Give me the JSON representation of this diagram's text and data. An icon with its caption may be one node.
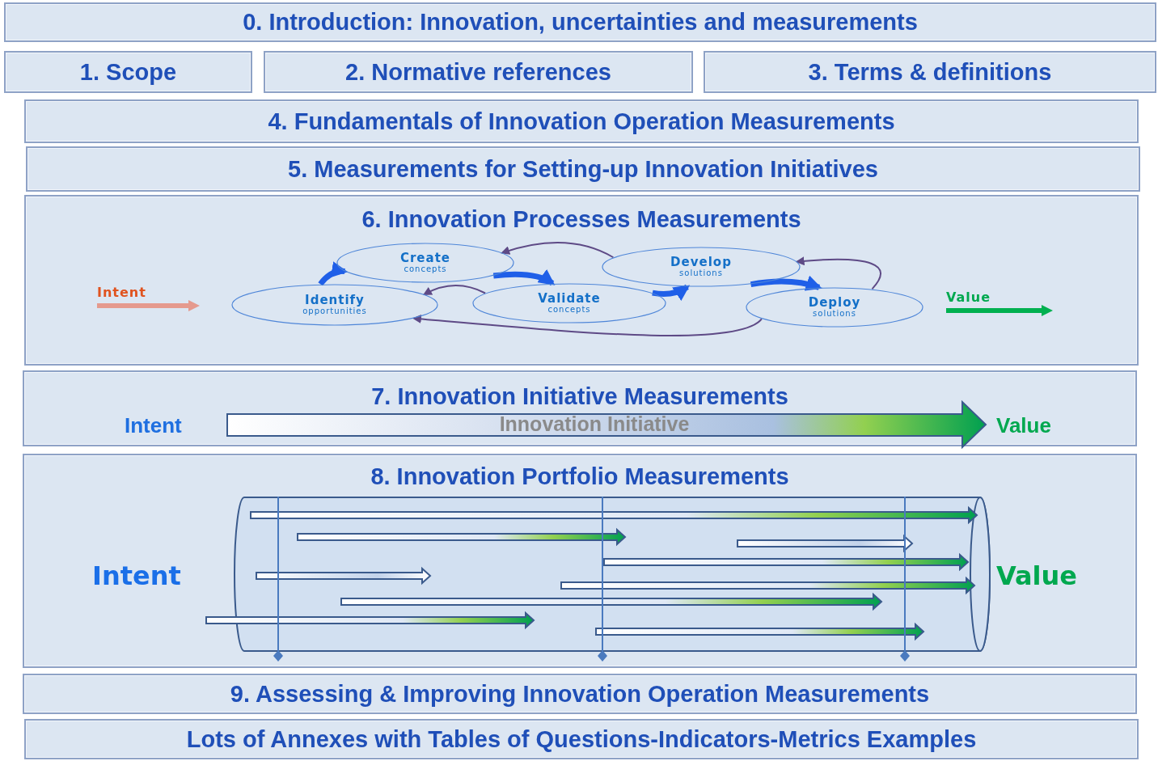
{
  "diagram": {
    "nodes": [
      {
        "text": [
          "0. Introduction: Innovation, uncertainties and measurements"
        ]
      },
      {
        "text": [
          "1. Scope"
        ]
      },
      {
        "text": [
          "2. Normative references"
        ]
      },
      {
        "text": [
          "3. Terms & definitions"
        ]
      },
      {
        "text": [
          "4. Fundamentals of Innovation Operation Measurements"
        ]
      },
      {
        "text": [
          "5. Measurements for Setting-up Innovation Initiatives"
        ]
      },
      {
        "text": [
          "6. Innovation Processes Measurements",
          "Intent",
          "Value"
        ]
      },
      {
        "text": [
          "Identify",
          "opportunities"
        ],
        "in": 6
      },
      {
        "text": [
          "Create",
          "concepts"
        ],
        "in": 6
      },
      {
        "text": [
          "Validate",
          "concepts"
        ],
        "in": 6
      },
      {
        "text": [
          "Develop",
          "solutions"
        ],
        "in": 6
      },
      {
        "text": [
          "Deploy",
          "solutions"
        ],
        "in": 6
      },
      {
        "text": [
          "7. Innovation Initiative Measurements",
          "Intent",
          "Value"
        ]
      },
      {
        "text": [
          "Innovation Initiative"
        ],
        "in": 12
      },
      {
        "text": [
          "8. Innovation Portfolio Measurements",
          "Intent",
          "Value"
        ]
      },
      {
        "text": [
          "9. Assessing & Improving Innovation Operation Measurements"
        ]
      },
      {
        "text": [
          "Lots of Annexes with Tables of Questions-Indicators-Metrics Examples"
        ]
      }
    ],
    "edges": [
      {
        "from": 7,
        "to": 8,
        "arrow": "to",
        "style": "thick",
        "color": "#1f5fe8"
      },
      {
        "from": 8,
        "to": 9,
        "arrow": "to",
        "style": "thick",
        "color": "#1f5fe8"
      },
      {
        "from": 9,
        "to": 10,
        "arrow": "to",
        "style": "thick",
        "color": "#1f5fe8"
      },
      {
        "from": 10,
        "to": 11,
        "arrow": "to",
        "style": "thick",
        "color": "#1f5fe8"
      },
      {
        "from": 9,
        "to": 7,
        "arrow": "to",
        "color": "#5e4a86"
      },
      {
        "from": 10,
        "to": 8,
        "arrow": "to",
        "color": "#5e4a86"
      },
      {
        "from": 11,
        "to": 10,
        "arrow": "to",
        "color": "#5e4a86"
      },
      {
        "from": 11,
        "to": 7,
        "arrow": "to",
        "color": "#5e4a86"
      }
    ]
  }
}
